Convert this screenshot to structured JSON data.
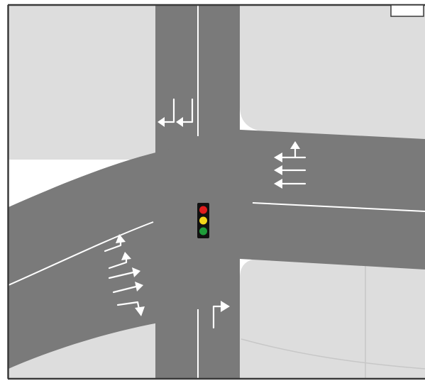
{
  "colors": {
    "background": "#ffffff",
    "frame": "#3a3a3a",
    "block": "#dddddd",
    "road": "#7a7a7a",
    "lane_marking": "#ffffff",
    "signal_housing": "#111111",
    "signal_red": "#e11d1d",
    "signal_yellow": "#f2d61a",
    "signal_green": "#1f9d3a"
  },
  "diagram": {
    "type": "road-intersection",
    "traffic_signal": {
      "lights": [
        "red",
        "yellow",
        "green"
      ]
    },
    "approaches": [
      {
        "name": "north",
        "movements": [
          "left",
          "left"
        ]
      },
      {
        "name": "east",
        "movements": [
          "through",
          "through",
          "through-left"
        ]
      },
      {
        "name": "southwest",
        "movements": [
          "through",
          "through",
          "through",
          "through",
          "right"
        ]
      },
      {
        "name": "south",
        "movements": [
          "right"
        ]
      }
    ]
  }
}
